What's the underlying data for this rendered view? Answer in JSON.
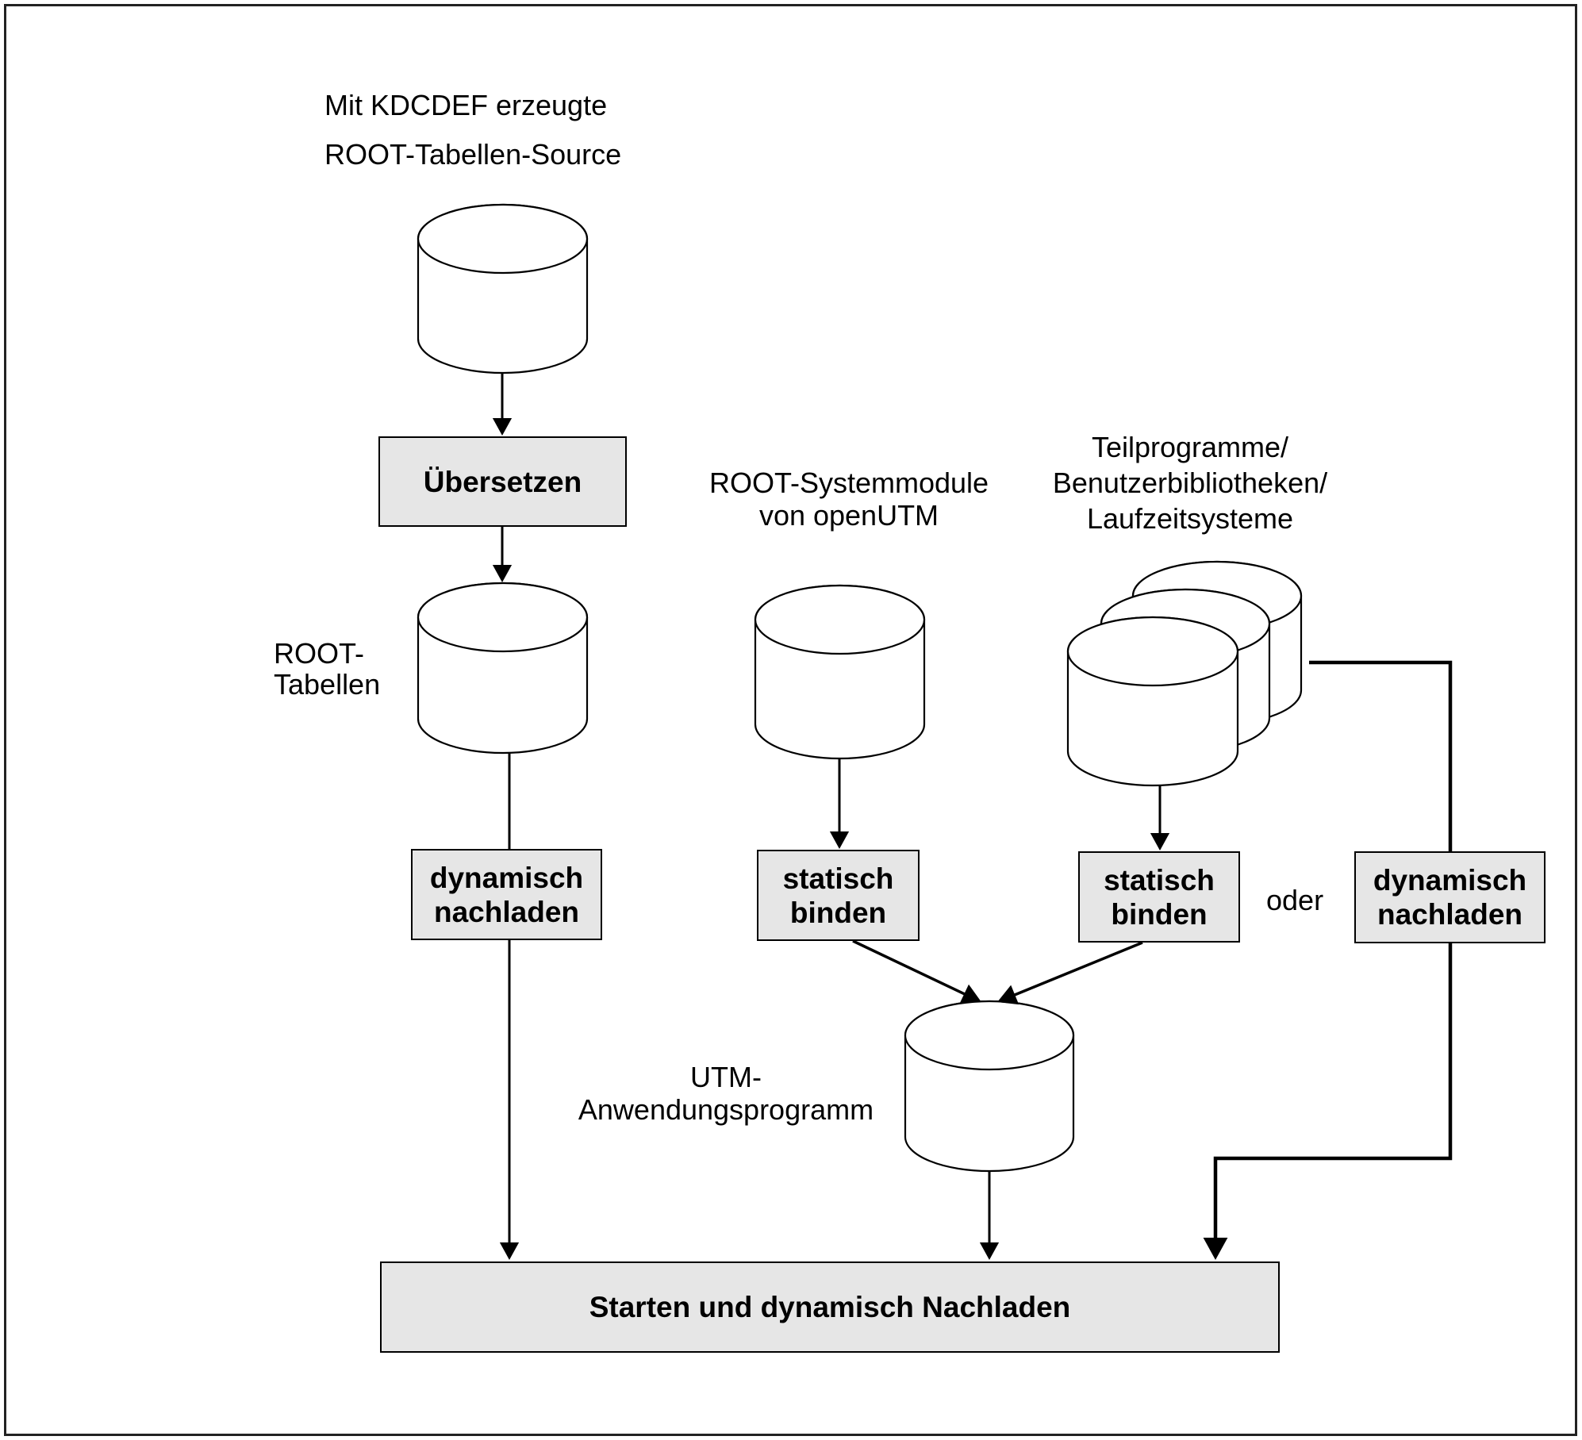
{
  "diagram": {
    "labels": {
      "source_line1": "Mit KDCDEF erzeugte",
      "source_line2": "ROOT-Tabellen-Source",
      "root_tables_line1": "ROOT-",
      "root_tables_line2": "Tabellen",
      "system_modules_line1": "ROOT-Systemmodule",
      "system_modules_line2": "von openUTM",
      "libs_line1": "Teilprogramme/",
      "libs_line2": "Benutzerbibliotheken/",
      "libs_line3": "Laufzeitsysteme",
      "utm_program_line1": "UTM-",
      "utm_program_line2": "Anwendungsprogramm",
      "or": "oder"
    },
    "boxes": {
      "compile": "Übersetzen",
      "dyn_load_left_line1": "dynamisch",
      "dyn_load_left_line2": "nachladen",
      "static_bind_middle_line1": "statisch",
      "static_bind_middle_line2": "binden",
      "static_bind_right_line1": "statisch",
      "static_bind_right_line2": "binden",
      "dyn_load_right_line1": "dynamisch",
      "dyn_load_right_line2": "nachladen",
      "start": "Starten und dynamisch Nachladen"
    },
    "nodes": [
      {
        "id": "source-cylinder",
        "type": "storage",
        "label": "ROOT-Tabellen-Source"
      },
      {
        "id": "root-tables-cylinder",
        "type": "storage",
        "label": "ROOT-Tabellen"
      },
      {
        "id": "system-modules-cylinder",
        "type": "storage",
        "label": "ROOT-Systemmodule von openUTM"
      },
      {
        "id": "libraries-cylinder-stack",
        "type": "storage-stack",
        "label": "Teilprogramme/Benutzerbibliotheken/Laufzeitsysteme"
      },
      {
        "id": "utm-program-cylinder",
        "type": "storage",
        "label": "UTM-Anwendungsprogramm"
      }
    ],
    "edges": [
      {
        "from": "source-cylinder",
        "to": "compile-box"
      },
      {
        "from": "compile-box",
        "to": "root-tables-cylinder"
      },
      {
        "from": "root-tables-cylinder",
        "to": "dyn-load-left-box"
      },
      {
        "from": "dyn-load-left-box",
        "to": "start-box"
      },
      {
        "from": "system-modules-cylinder",
        "to": "static-bind-middle-box"
      },
      {
        "from": "libraries-cylinder-stack",
        "to": "static-bind-right-box"
      },
      {
        "from": "libraries-cylinder-stack",
        "to": "dyn-load-right-box"
      },
      {
        "from": "static-bind-middle-box",
        "to": "utm-program-cylinder"
      },
      {
        "from": "static-bind-right-box",
        "to": "utm-program-cylinder"
      },
      {
        "from": "utm-program-cylinder",
        "to": "start-box"
      },
      {
        "from": "dyn-load-right-box",
        "to": "start-box"
      }
    ]
  }
}
